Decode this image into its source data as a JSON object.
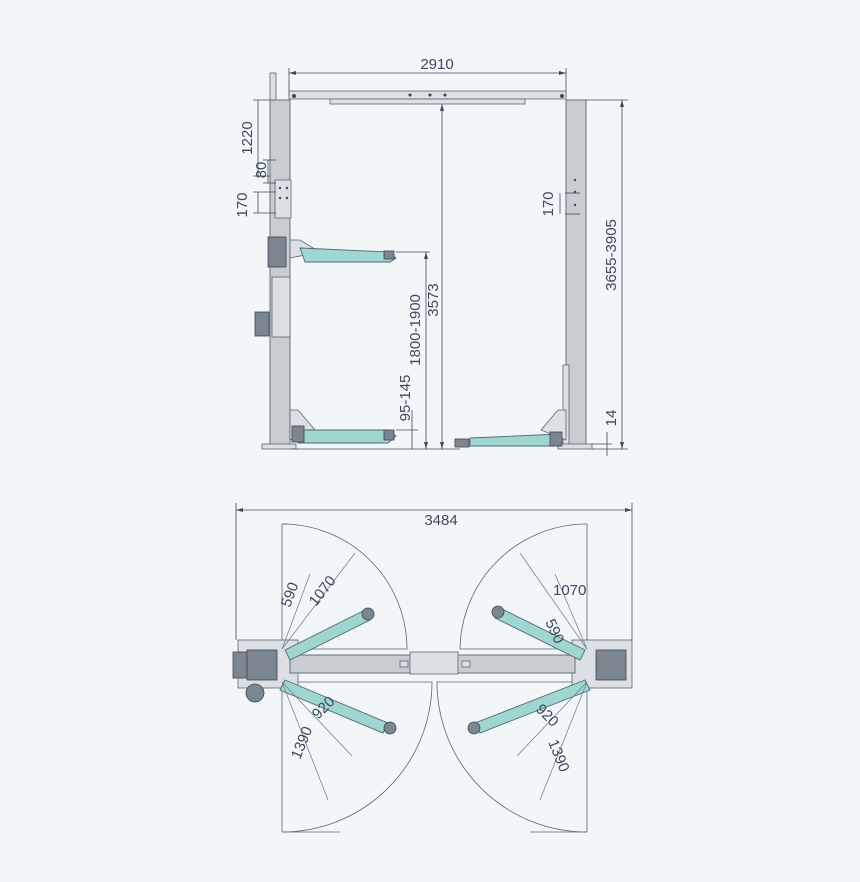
{
  "front_view": {
    "dims": {
      "overall_width": "2910",
      "column_top": "1220",
      "lock_gap": "80",
      "lock_spacing_left": "170",
      "lock_spacing_right": "170",
      "lift_height": "1800-1900",
      "clear_height": "3573",
      "min_height": "95-145",
      "total_height": "3655-3905",
      "base_plate": "14"
    }
  },
  "top_view": {
    "dims": {
      "overall_width": "3484",
      "short_arm_left": "590",
      "long_arm_left": "1070",
      "short_arm_right": "590",
      "long_arm_right": "1070",
      "rear_short_left": "920",
      "rear_long_left": "1390",
      "rear_short_right": "920",
      "rear_long_right": "1390"
    }
  },
  "colors": {
    "column": "#c9ccd1",
    "arm": "#9fd6cf",
    "line": "#3a4a5c",
    "background": "#f3f6f9"
  }
}
